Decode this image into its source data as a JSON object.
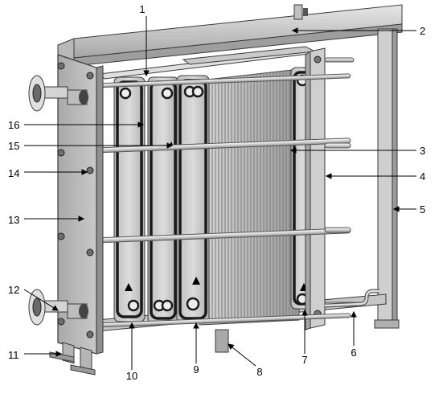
{
  "callouts": [
    "1",
    "2",
    "3",
    "4",
    "5",
    "6",
    "7",
    "8",
    "9",
    "10",
    "11",
    "12",
    "13",
    "14",
    "15",
    "16"
  ],
  "colors": {
    "frame_light": "#d9d9d9",
    "frame_mid": "#bfbfbf",
    "frame_dark": "#8c8c8c",
    "plate_fill": "#c8c8c8",
    "gasket": "#1a1a1a",
    "rod": "#e8e8e8",
    "outline": "#3a3a3a",
    "leader": "#000000"
  }
}
